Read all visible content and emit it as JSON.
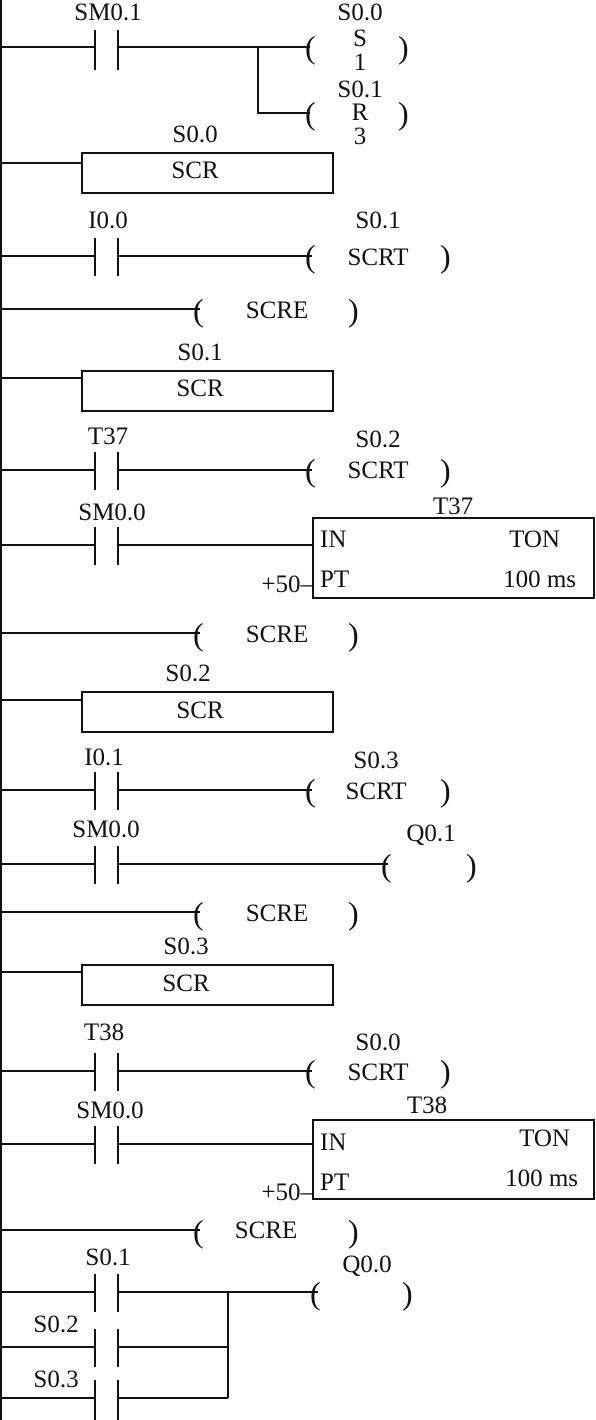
{
  "power_rail": "left",
  "rungs": [
    {
      "contacts": [
        "SM0.1"
      ],
      "coils": [
        {
          "kind": "S",
          "addr": "S0.0",
          "instr": "S",
          "count": "1"
        },
        {
          "kind": "R",
          "addr": "S0.1",
          "instr": "R",
          "count": "3"
        }
      ]
    },
    {
      "scr_box": {
        "addr": "S0.0",
        "label": "SCR"
      }
    },
    {
      "contacts": [
        "I0.0"
      ],
      "coils": [
        {
          "kind": "SCRT",
          "addr": "S0.1",
          "instr": "SCRT"
        }
      ]
    },
    {
      "scre": "SCRE"
    },
    {
      "scr_box": {
        "addr": "S0.1",
        "label": "SCR"
      }
    },
    {
      "contacts": [
        "T37"
      ],
      "coils": [
        {
          "kind": "SCRT",
          "addr": "S0.2",
          "instr": "SCRT"
        }
      ]
    },
    {
      "contacts": [
        "SM0.0"
      ],
      "timer": {
        "name": "T37",
        "in": "IN",
        "type": "TON",
        "pt": "PT",
        "preset": "+50–",
        "base": "100 ms"
      }
    },
    {
      "scre": "SCRE"
    },
    {
      "scr_box": {
        "addr": "S0.2",
        "label": "SCR"
      }
    },
    {
      "contacts": [
        "I0.1"
      ],
      "coils": [
        {
          "kind": "SCRT",
          "addr": "S0.3",
          "instr": "SCRT"
        }
      ]
    },
    {
      "contacts": [
        "SM0.0"
      ],
      "coils": [
        {
          "kind": "OUT",
          "addr": "Q0.1"
        }
      ]
    },
    {
      "scre": "SCRE"
    },
    {
      "scr_box": {
        "addr": "S0.3",
        "label": "SCR"
      }
    },
    {
      "contacts": [
        "T38"
      ],
      "coils": [
        {
          "kind": "SCRT",
          "addr": "S0.0",
          "instr": "SCRT"
        }
      ]
    },
    {
      "contacts": [
        "SM0.0"
      ],
      "timer": {
        "name": "T38",
        "in": "IN",
        "type": "TON",
        "pt": "PT",
        "preset": "+50–",
        "base": "100 ms"
      }
    },
    {
      "scre": "SCRE"
    },
    {
      "parallel_contacts": [
        "S0.1",
        "S0.2",
        "S0.3"
      ],
      "coils": [
        {
          "kind": "OUT",
          "addr": "Q0.0"
        }
      ]
    }
  ]
}
